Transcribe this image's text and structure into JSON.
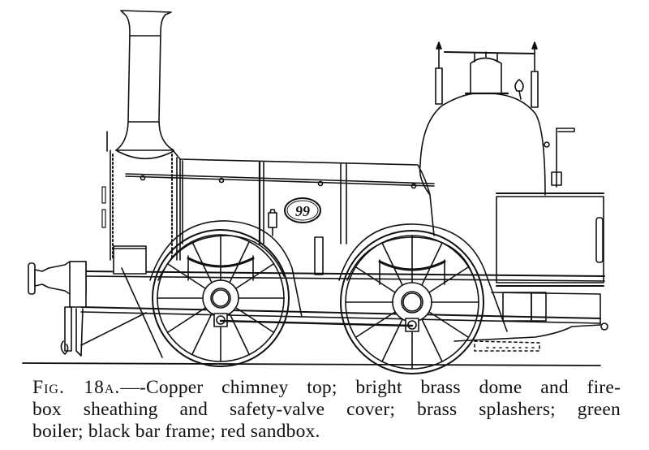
{
  "figure": {
    "subject": "early locomotive side elevation line drawing",
    "number_plate": "99",
    "ink_color": "#111111",
    "paper_color": "#ffffff"
  },
  "caption": {
    "label": "Fig. 18a.",
    "dash": "—",
    "lines": [
      "-Copper chimney top;  bright brass dome and fire-",
      "box sheathing and safety-valve cover; brass splashers; green",
      "boiler; black bar frame; red sandbox."
    ]
  }
}
